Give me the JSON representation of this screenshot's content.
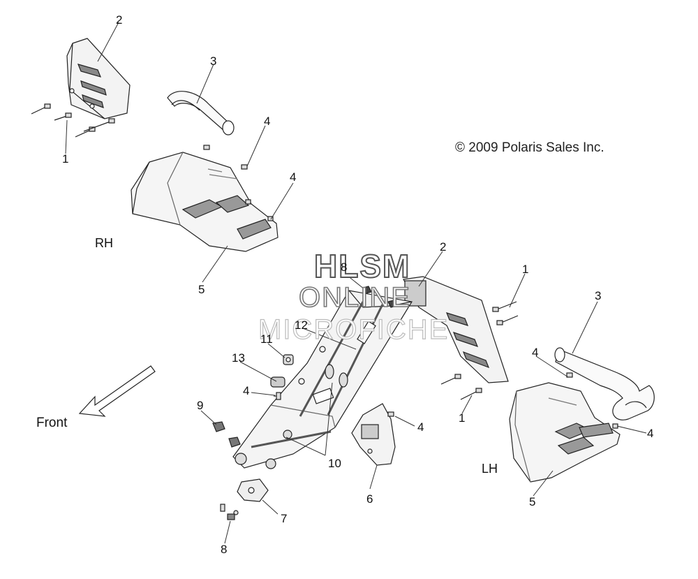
{
  "copyright": "© 2009 Polaris Sales Inc.",
  "front_label": "Front",
  "side_labels": {
    "rh": "RH",
    "lh": "LH"
  },
  "watermark": {
    "line1": "HLSM",
    "line2": "ONLINE",
    "line3": "MICROFICHE"
  },
  "callouts": {
    "rh_bracket_2": "2",
    "rh_pipe_3": "3",
    "rh_bolt_1": "1",
    "rh_bolt_4a": "4",
    "rh_bolt_4b": "4",
    "rh_shield_5": "5",
    "lh_bracket_2": "2",
    "lh_bolt_1a": "1",
    "lh_bolt_1b": "1",
    "lh_pipe_3": "3",
    "lh_bolt_4a": "4",
    "lh_bolt_4b": "4",
    "lh_shield_5": "5",
    "frame_nut_8": "8",
    "frame_part_12": "12",
    "frame_clamp_11": "11",
    "frame_bushing_13": "13",
    "frame_bolt_4": "4",
    "frame_nut_9": "9",
    "frame_stud_10": "10",
    "bracket_6": "6",
    "bracket_bolt_4": "4",
    "mount_7": "7",
    "mount_nut_8": "8"
  }
}
